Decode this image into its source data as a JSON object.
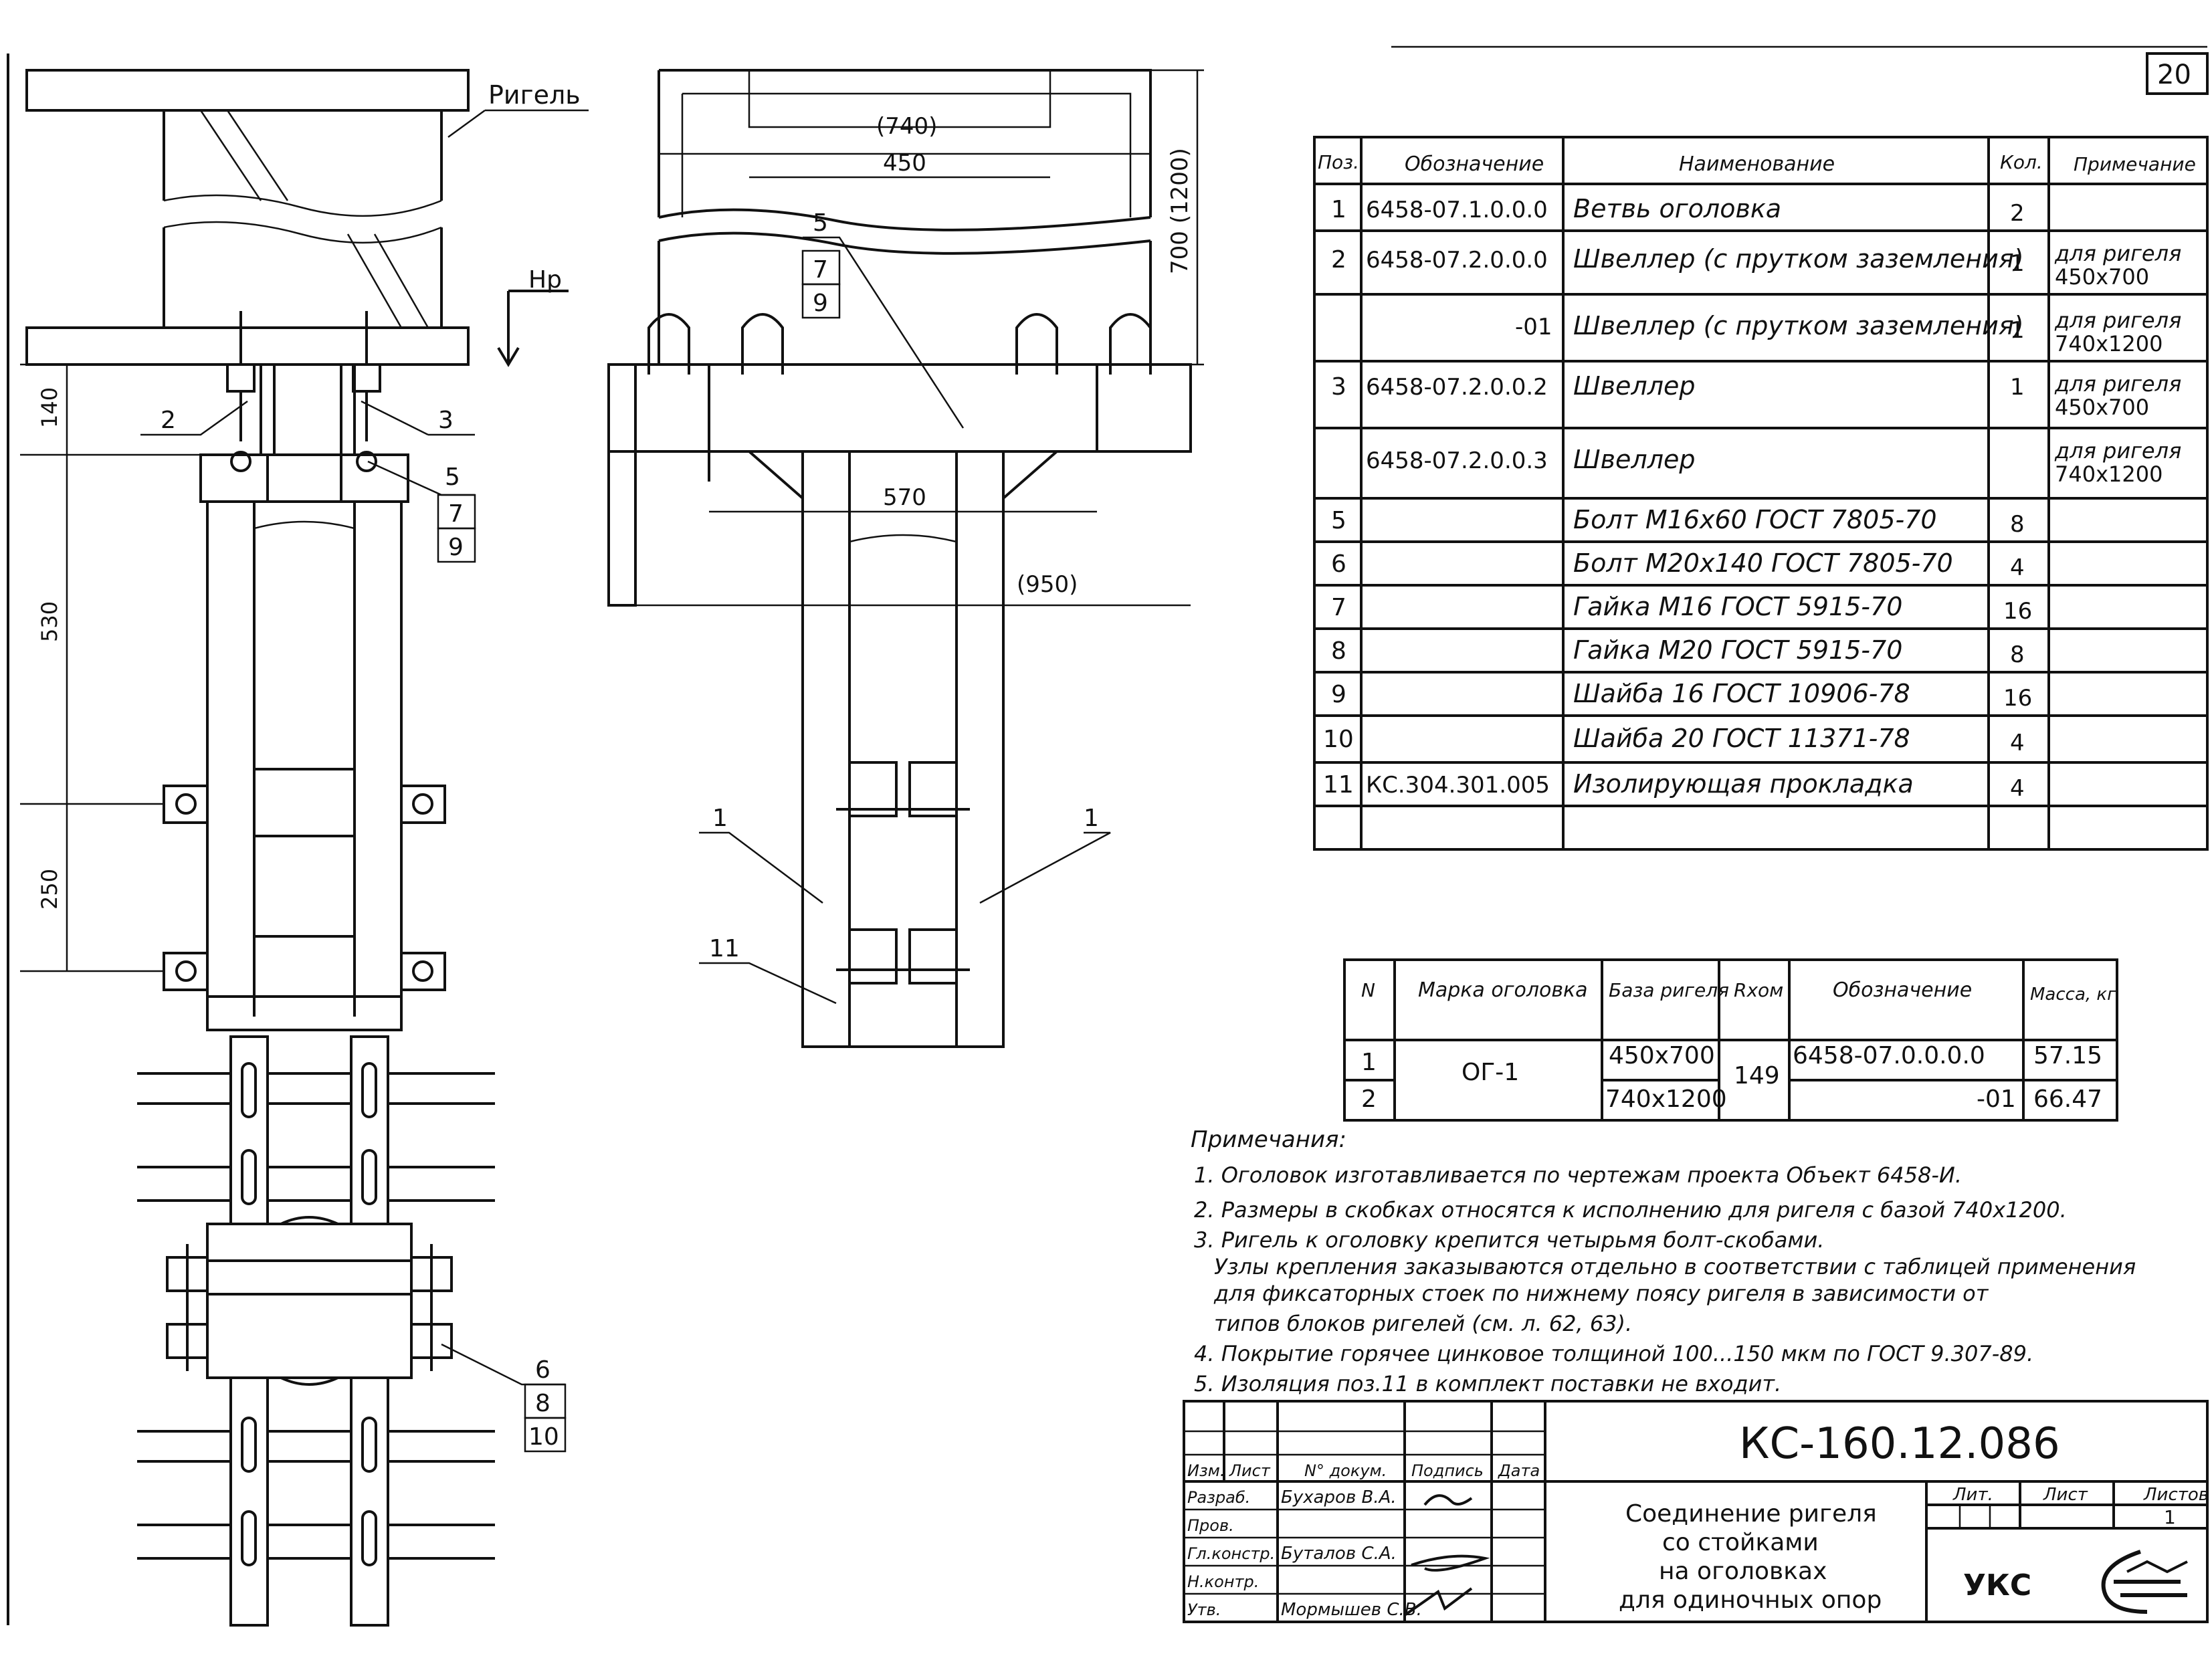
{
  "sheet_number_corner": "20",
  "left_view": {
    "label_rigel": "Ригель",
    "label_hr": "Нр",
    "dims": [
      "140",
      "530",
      "250"
    ],
    "callouts": [
      "2",
      "3",
      "5",
      "7",
      "9"
    ]
  },
  "center_view": {
    "dims": [
      "(740)",
      "450",
      "700 (1200)",
      "570",
      "(950)"
    ],
    "callouts": [
      "5",
      "7",
      "9",
      "1",
      "1",
      "11"
    ]
  },
  "bottom_view": {
    "callouts": [
      "6",
      "8",
      "10"
    ]
  },
  "spec_table": {
    "headers": [
      "Поз.",
      "Обозначение",
      "Наименование",
      "Кол.",
      "Примечание"
    ],
    "rows": [
      {
        "pos": "1",
        "code": "6458-07.1.0.0.0",
        "name": "Ветвь оголовка",
        "qty": "2",
        "note": [
          "",
          ""
        ]
      },
      {
        "pos": "2",
        "code": "6458-07.2.0.0.0",
        "name": "Швеллер (с прутком заземления)",
        "qty": "1",
        "note": [
          "для ригеля",
          "450х700"
        ]
      },
      {
        "pos": "",
        "code": "-01",
        "name": "Швеллер (с прутком заземления)",
        "qty": "1",
        "note": [
          "для ригеля",
          "740х1200"
        ]
      },
      {
        "pos": "3",
        "code": "6458-07.2.0.0.2",
        "name": "Швеллер",
        "qty": "1",
        "note": [
          "для ригеля",
          "450х700"
        ]
      },
      {
        "pos": "",
        "code": "6458-07.2.0.0.3",
        "name": "Швеллер",
        "qty": "",
        "note": [
          "для ригеля",
          "740х1200"
        ]
      },
      {
        "pos": "5",
        "code": "",
        "name": "Болт М16х60 ГОСТ 7805-70",
        "qty": "8",
        "note": [
          "",
          ""
        ]
      },
      {
        "pos": "6",
        "code": "",
        "name": "Болт М20х140 ГОСТ 7805-70",
        "qty": "4",
        "note": [
          "",
          ""
        ]
      },
      {
        "pos": "7",
        "code": "",
        "name": "Гайка М16 ГОСТ 5915-70",
        "qty": "16",
        "note": [
          "",
          ""
        ]
      },
      {
        "pos": "8",
        "code": "",
        "name": "Гайка М20 ГОСТ 5915-70",
        "qty": "8",
        "note": [
          "",
          ""
        ]
      },
      {
        "pos": "9",
        "code": "",
        "name": "Шайба 16  ГОСТ 10906-78",
        "qty": "16",
        "note": [
          "",
          ""
        ]
      },
      {
        "pos": "10",
        "code": "",
        "name": "Шайба 20  ГОСТ 11371-78",
        "qty": "4",
        "note": [
          "",
          ""
        ]
      },
      {
        "pos": "11",
        "code": "КС.304.301.005",
        "name": "Изолирующая прокладка",
        "qty": "4",
        "note": [
          "",
          ""
        ]
      },
      {
        "pos": "",
        "code": "",
        "name": "",
        "qty": "",
        "note": [
          "",
          ""
        ]
      }
    ]
  },
  "mark_table": {
    "headers": [
      "N",
      "Марка оголовка",
      "База ригеля",
      "Rхом",
      "Обозначение",
      "Масса, кг"
    ],
    "mark": "ОГ-1",
    "r_nom": "149",
    "rows": [
      {
        "n": "1",
        "base": "450х700",
        "code": "6458-07.0.0.0.0",
        "mass": "57.15"
      },
      {
        "n": "2",
        "base": "740х1200",
        "code": "-01",
        "mass": "66.47"
      }
    ]
  },
  "notes": {
    "title": "Примечания:",
    "lines": [
      "1. Оголовок изготавливается по чертежам проекта Объект 6458-И.",
      "2. Размеры в скобках относятся к исполнению  для ригеля с базой 740х1200.",
      "3. Ригель к оголовку крепится четырьмя болт-скобами.",
      "Узлы крепления заказываются отдельно в соответствии с таблицей применения",
      "для фиксаторных стоек по нижнему поясу ригеля в зависимости от",
      "типов блоков ригелей (см. л. 62, 63).",
      "4. Покрытие горячее цинковое толщиной 100...150 мкм по ГОСТ 9.307-89.",
      "5. Изоляция поз.11 в комплект поставки не входит."
    ]
  },
  "title_block": {
    "doc_code": "КС-160.12.086",
    "header_cells": [
      "Изм.",
      "Лист",
      "N° докум.",
      "Подпись",
      "Дата"
    ],
    "people": [
      {
        "role": "Разраб.",
        "name": "Бухаров В.А."
      },
      {
        "role": "Пров.",
        "name": ""
      },
      {
        "role": "Гл.констр.",
        "name": "Буталов С.А."
      },
      {
        "role": "Н.контр.",
        "name": ""
      },
      {
        "role": "Утв.",
        "name": "Мормышев С.В."
      }
    ],
    "title_lines": [
      "Соединение ригеля",
      "со стойками",
      "на оголовках",
      "для одиночных опор"
    ],
    "stage_label": "Лит.",
    "sheet_label": "Лист",
    "sheets_label": "Листов",
    "sheets_value": "1",
    "org": "УКС"
  }
}
